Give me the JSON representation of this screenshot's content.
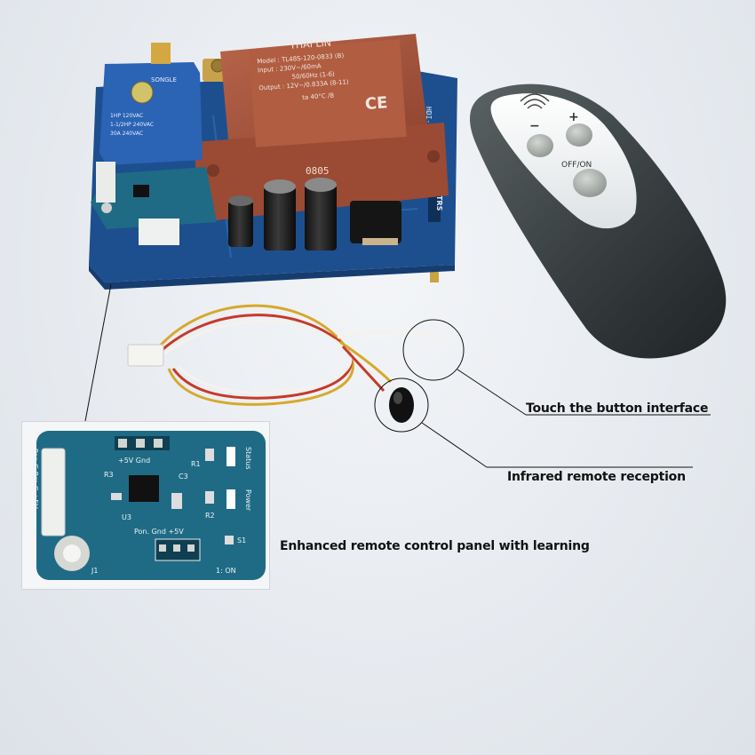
{
  "transformer": {
    "brand": "THAI LIN",
    "model": "Model : TL48S-120-0833 (B)",
    "input": "Input : 230V~/60mA",
    "freq": "50/60Hz (1-6)",
    "output": "Output : 12V~/0.833A (8-11)",
    "temp": "ta 40°C /B",
    "code": "0805"
  },
  "relay": {
    "brand": "SONGLE",
    "rating1": "1HP 120VAC",
    "rating2": "1-1/2HP 240VAC",
    "rating3": "30A 240VAC"
  },
  "board": {
    "side_label": "HDI-B04-P10 V1",
    "logo": "KZTRS"
  },
  "remote": {
    "minus": "−",
    "plus": "+",
    "onoff": "OFF/ON"
  },
  "inset_board": {
    "pins_top": "+5V Gnd",
    "r1": "R1",
    "r2": "R2",
    "r3": "R3",
    "c3": "C3",
    "u3": "U3",
    "j1": "J1",
    "s1": "S1",
    "status": "Status",
    "power": "Power",
    "left_pins": "Pon G Rm G +5V",
    "pon_row": "Pon. Gnd +5V",
    "one_on": "1: ON"
  },
  "callouts": {
    "touch": "Touch the button interface",
    "ir": "Infrared remote reception",
    "panel": "Enhanced remote control panel with learning"
  },
  "colors": {
    "pcb_blue": "#1d4f8f",
    "inset_pcb": "#1f6b86",
    "transformer": "#a8553b",
    "relay": "#2b63b5",
    "remote_body": "#3a4143"
  }
}
